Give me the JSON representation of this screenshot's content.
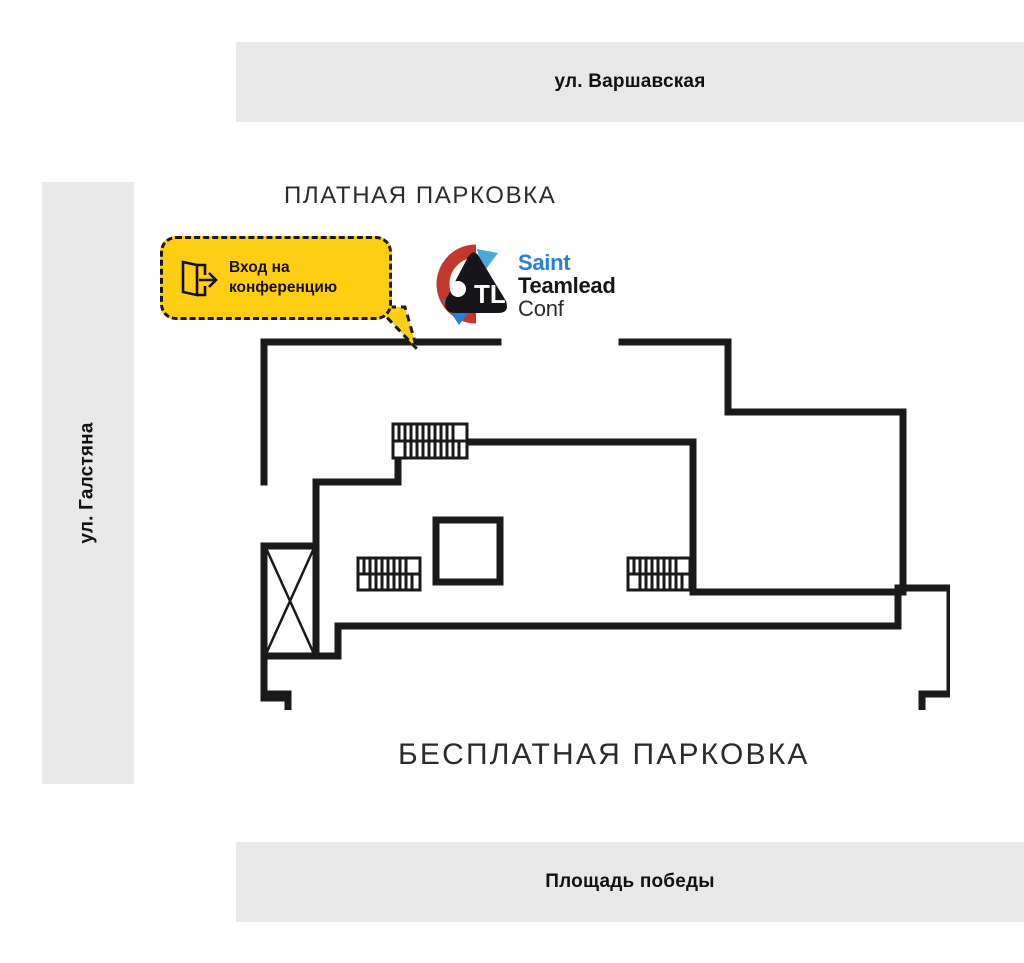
{
  "streets": {
    "top": {
      "name": "ул. Варшавская",
      "band_color": "#e8e8e8"
    },
    "bottom": {
      "name": "Площадь победы",
      "band_color": "#e8e8e8"
    },
    "left": {
      "name": "ул. Галстяна",
      "band_color": "#e8e8e8"
    }
  },
  "parking": {
    "paid": "ПЛАТНАЯ ПАРКОВКА",
    "free": "БЕСПЛАТНАЯ ПАРКОВКА"
  },
  "callout": {
    "line1": "Вход на",
    "line2": "конференцию",
    "background_color": "#FFCE12",
    "border_color": "#1a1a1a",
    "icon": "exit-door-icon"
  },
  "logo": {
    "saint": "Saint",
    "teamlead": "Teamlead",
    "conf": "Conf",
    "saint_color": "#2a7fd4",
    "teamlead_color": "#16161a",
    "conf_color": "#2b2b2b",
    "mark_letters": "TL",
    "mark_black": "#16161a",
    "mark_red": "#c0392b",
    "mark_blue": "#2a7fd4",
    "mark_light_blue": "#4aa8dd"
  },
  "plan": {
    "wall_color": "#1a1a1a",
    "features": [
      {
        "name": "stair-upper",
        "label": "staircase"
      },
      {
        "name": "stair-lower-left",
        "label": "staircase"
      },
      {
        "name": "stair-lower-right",
        "label": "staircase"
      },
      {
        "name": "elevator-shaft",
        "label": "shaft"
      },
      {
        "name": "inner-room",
        "label": "room"
      }
    ]
  }
}
